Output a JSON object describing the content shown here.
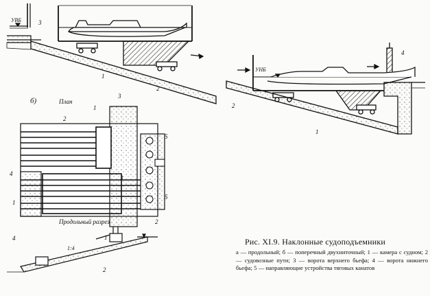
{
  "figure": {
    "caption_title": "Рис. XI.9. Наклонные судоподъемники",
    "caption_legend": "а — продольный; б — поперечный двухниточный; 1 — камера с судном; 2 — судовозные пути; 3 — ворота верхнего бьефа; 4 — ворота нижнего бьефа; 5 — направляющие устройства тяговых канатов"
  },
  "labels": {
    "uvb": "УВБ",
    "unb": "УНБ",
    "panel_b": "б)",
    "plan": "План",
    "section": "Продольный разрез",
    "n1": "1",
    "n2": "2",
    "n3": "3",
    "n4": "4",
    "n5": "5",
    "slope": "1:4"
  }
}
